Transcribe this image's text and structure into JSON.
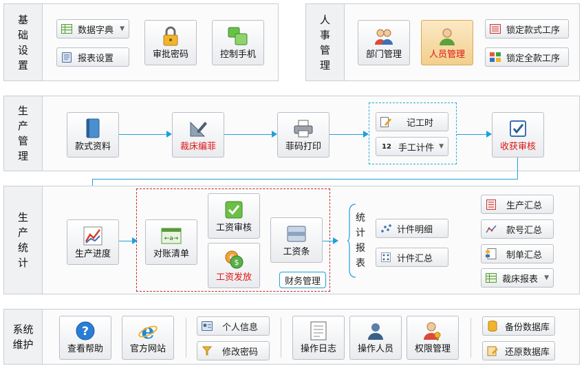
{
  "sections": {
    "basic": "基础设置",
    "hr": "人事管理",
    "production": "生产管理",
    "stats": "生产统计",
    "system": "系统维护"
  },
  "basic": {
    "data_dict": "数据字典",
    "report_settings": "报表设置",
    "approve_password": "审批密码",
    "control_phone": "控制手机"
  },
  "hr": {
    "dept_mgmt": "部门管理",
    "staff_mgmt": "人员管理",
    "lock_style_process": "锁定款式工序",
    "lock_all_process": "锁定全款工序"
  },
  "production": {
    "style_data": "款式资料",
    "cut_bed": "裁床编菲",
    "ticket_print": "菲码打印",
    "work_hours": "记工时",
    "manual_piece": "手工计件",
    "manual_piece_prefix": "12",
    "receive_audit": "收获审核"
  },
  "stats": {
    "progress": "生产进度",
    "reconcile": "对账清单",
    "wage_audit": "工资审核",
    "wage_pay": "工资发放",
    "payslip": "工资条",
    "finance_tip": "财务管理",
    "report_group": "统计报表",
    "piece_detail": "计件明细",
    "piece_summary": "计件汇总",
    "prod_summary": "生产汇总",
    "style_summary": "款号汇总",
    "order_summary": "制单汇总",
    "cut_report": "裁床报表"
  },
  "system": {
    "help": "查看帮助",
    "website": "官方网站",
    "personal_info": "个人信息",
    "change_password": "修改密码",
    "op_log": "操作日志",
    "operator": "操作人员",
    "permission": "权限管理",
    "backup_db": "备份数据库",
    "restore_db": "还原数据库"
  },
  "colors": {
    "arrow": "#1ea0da",
    "highlight_text": "#e01414",
    "finance_box": "#c0282a",
    "work_box": "#28a8d8"
  }
}
